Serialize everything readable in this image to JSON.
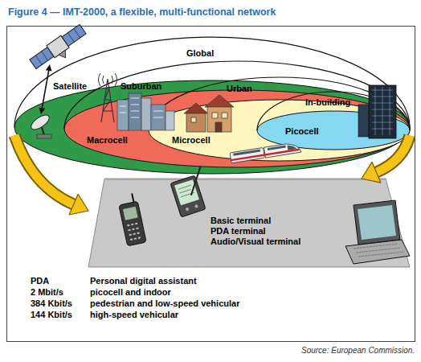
{
  "diagram": {
    "title": "Figure 4 — IMT-2000, a flexible, multi-functional network",
    "caption": "Source: European Commission.",
    "nodes": [
      {
        "text": [
          "Global",
          "Satellite"
        ]
      },
      {
        "text": [
          "Suburban",
          "Macrocell"
        ],
        "in": 0
      },
      {
        "text": [
          "Urban",
          "Microcell"
        ],
        "in": 1
      },
      {
        "text": [
          "In-building",
          "Picocell"
        ],
        "in": 2
      },
      {
        "text": [
          "Basic terminal",
          "PDA terminal",
          "Audio/Visual terminal"
        ]
      }
    ],
    "edges": [
      {
        "from": 0,
        "to": 4,
        "arrow": "to"
      },
      {
        "from": 0,
        "to": 4,
        "arrow": "to"
      }
    ],
    "labels": [
      "PDA",
      "Personal digital assistant",
      "2 Mbit/s",
      "picocell and indoor",
      "384 Kbit/s",
      "pedestrian and low-speed vehicular",
      "144 Kbit/s",
      "high-speed vehicular"
    ]
  }
}
